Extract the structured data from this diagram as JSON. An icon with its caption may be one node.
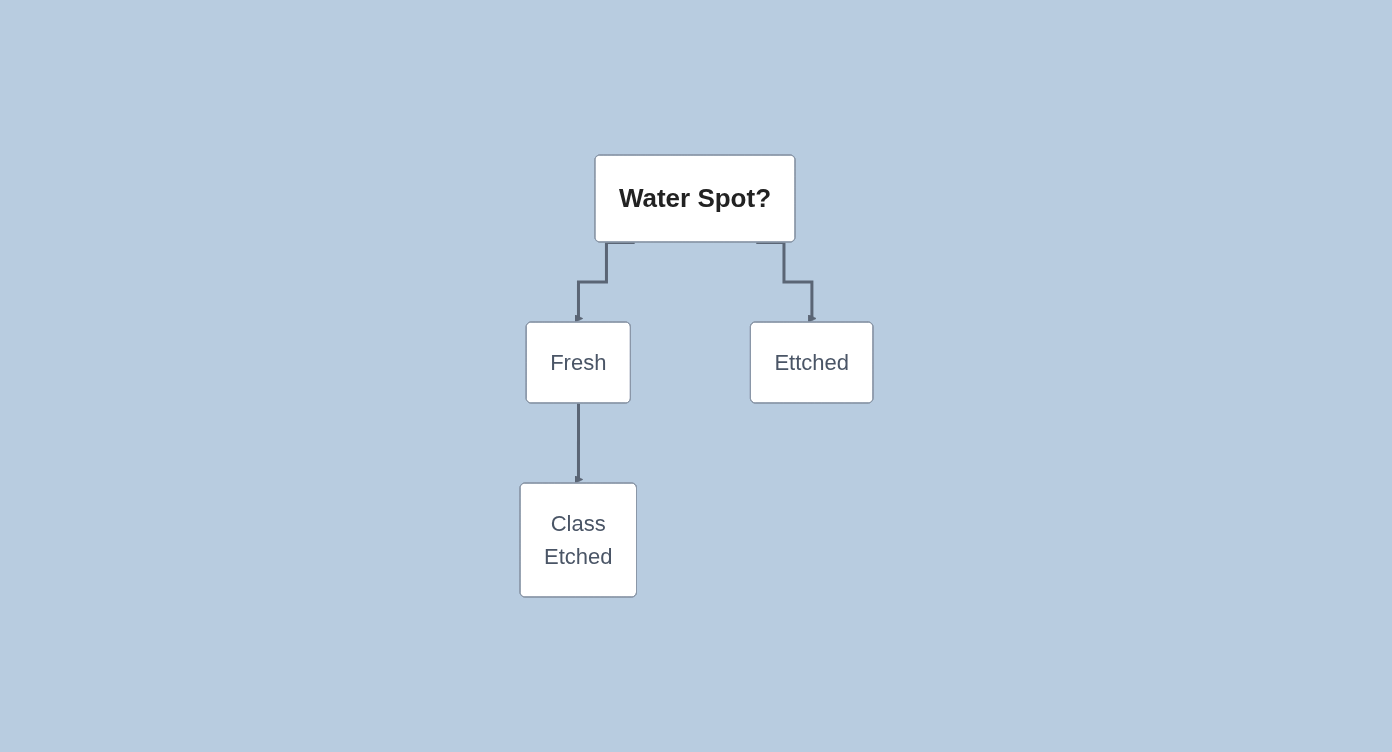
{
  "diagram": {
    "nodes": [
      {
        "text": [
          "Water Spot?"
        ]
      },
      {
        "text": [
          "Fresh"
        ]
      },
      {
        "text": [
          "Ettched"
        ]
      },
      {
        "text": [
          "Class",
          "Etched"
        ]
      }
    ],
    "edges": [
      {
        "from": 0,
        "to": 1,
        "arrow": "to"
      },
      {
        "from": 0,
        "to": 2,
        "arrow": "to"
      },
      {
        "from": 1,
        "to": 3,
        "arrow": "to"
      }
    ]
  }
}
